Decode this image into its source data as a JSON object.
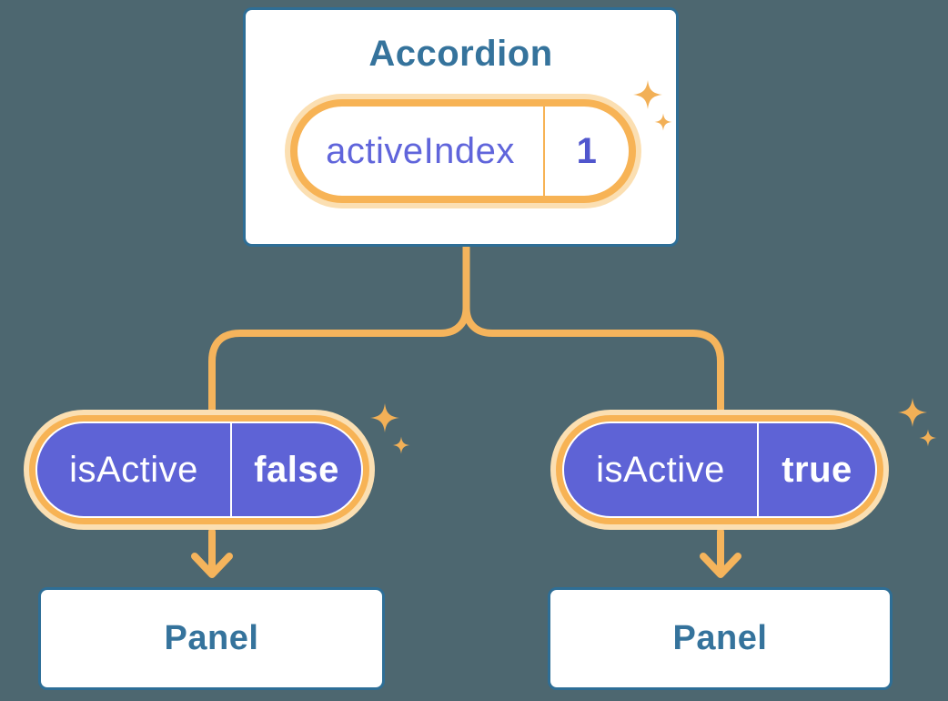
{
  "colors": {
    "bg": "#4D6770",
    "blue_border": "#2E6E96",
    "blue_text": "#35739C",
    "line": "#F5B45C",
    "ring": "#F7B355",
    "glow": "#FBDFB2",
    "purple": "#5E63D6",
    "purple_text": "#6065DB",
    "value_text": "#5056CD",
    "sparkle": "#F2B057"
  },
  "icons": {
    "decoration": "sparkle-icon"
  },
  "accordion": {
    "title": "Accordion",
    "state_pill": {
      "label": "activeIndex",
      "value": "1"
    }
  },
  "branches": [
    {
      "prop_pill": {
        "label": "isActive",
        "value": "false"
      },
      "panel": {
        "title": "Panel"
      }
    },
    {
      "prop_pill": {
        "label": "isActive",
        "value": "true"
      },
      "panel": {
        "title": "Panel"
      }
    }
  ]
}
